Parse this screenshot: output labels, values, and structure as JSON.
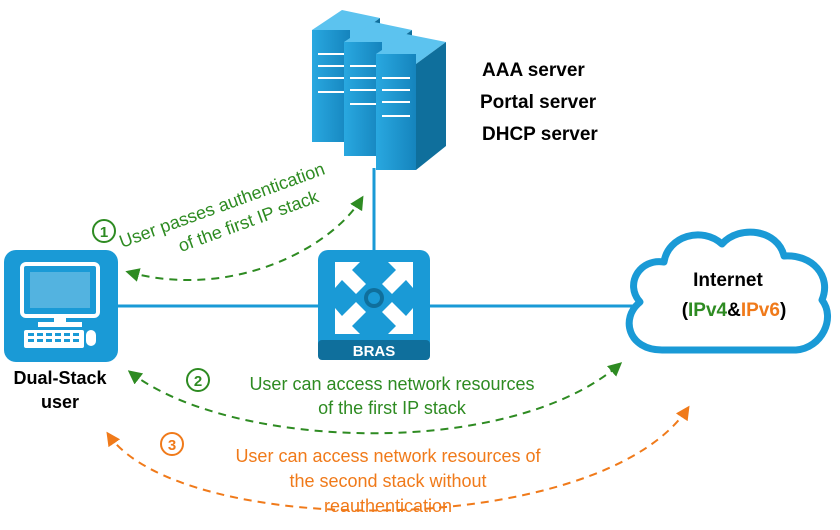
{
  "colors": {
    "device_blue": "#1a9ad6",
    "device_dark": "#0f6f9c",
    "green": "#2e8b22",
    "orange": "#f07a1a",
    "link": "#1a9ad6"
  },
  "server": {
    "labels": [
      "AAA server",
      "Portal server",
      "DHCP server"
    ],
    "icon": "server-rack-icon"
  },
  "user": {
    "label_line1": "Dual-Stack",
    "label_line2": "user",
    "icon": "desktop-computer-icon"
  },
  "bras": {
    "label": "BRAS",
    "icon": "router-icon"
  },
  "internet": {
    "title": "Internet",
    "open_paren": "(",
    "ipv4": "IPv4",
    "amp": "&",
    "ipv6": "IPv6",
    "close_paren": ")",
    "icon": "cloud-icon"
  },
  "steps": [
    {
      "number": "1",
      "lines": [
        "User passes authentication",
        "of the first IP stack"
      ],
      "color": "#2e8b22"
    },
    {
      "number": "2",
      "lines": [
        "User can access network resources",
        "of the first IP stack"
      ],
      "color": "#2e8b22"
    },
    {
      "number": "3",
      "lines": [
        "User can access network resources of",
        "the second stack without",
        "reauthentication"
      ],
      "color": "#f07a1a"
    }
  ]
}
